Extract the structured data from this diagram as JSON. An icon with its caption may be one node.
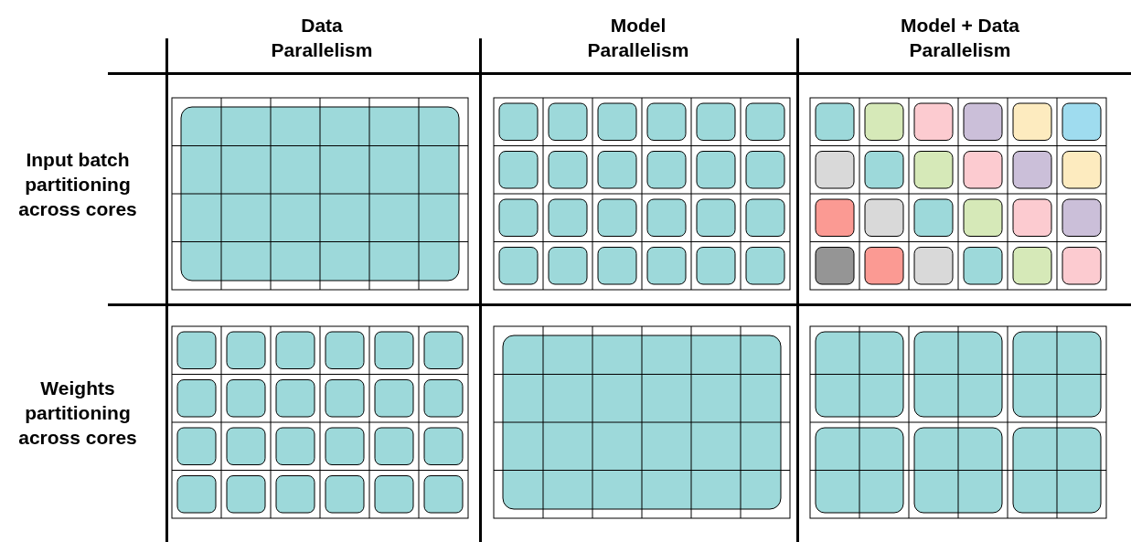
{
  "diagram": {
    "labels": [
      "Data Parallelism",
      "Model Parallelism",
      "Model + Data Parallelism",
      "Input batch partitioning across cores",
      "Weights partitioning across cores"
    ]
  }
}
